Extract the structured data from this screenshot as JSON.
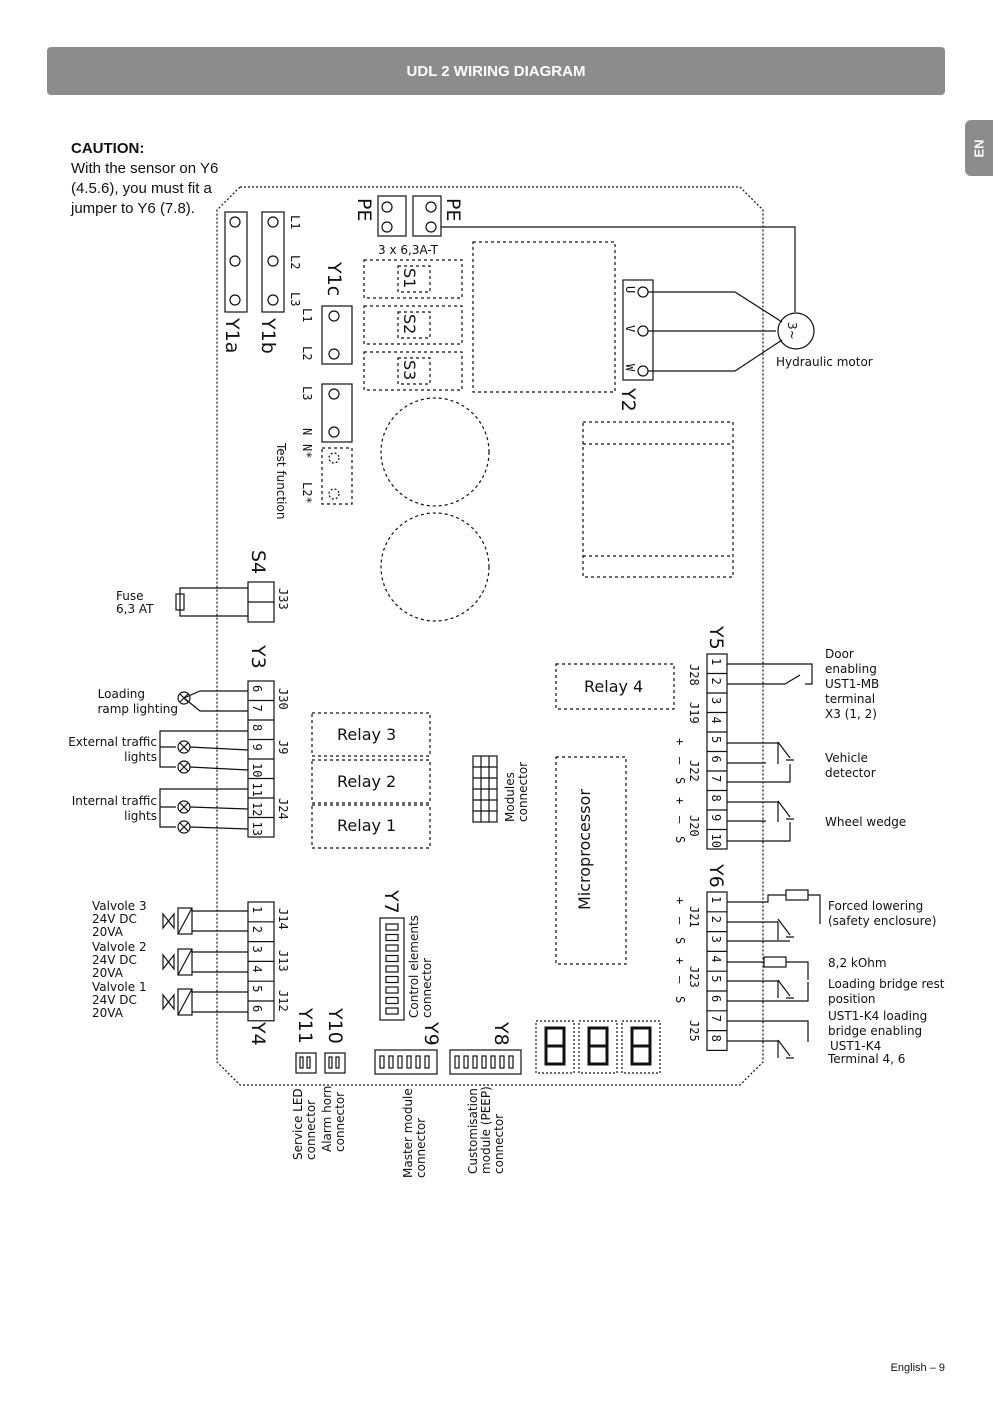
{
  "header": {
    "title": "UDL 2 WIRING DIAGRAM"
  },
  "lang_tab": "EN",
  "caution": {
    "title": "CAUTION:",
    "text": "With the sensor on Y6 (4.5.6), you must fit a jumper to Y6 (7.8)."
  },
  "footer": {
    "page": "English – 9"
  },
  "diagram": {
    "top": {
      "pe_left": "PE",
      "pe_right": "PE",
      "fuses_label": "3 x 6,3A-T",
      "fuses": [
        "S1",
        "S2",
        "S3"
      ],
      "y1a": "Y1a",
      "y1b": "Y1b",
      "y1c": "Y1c",
      "l_labels": [
        "L1",
        "L2",
        "L3"
      ],
      "y1c_pins": [
        "L1",
        "L2",
        "L3",
        "N"
      ],
      "test_pins": [
        "N*",
        "L2*"
      ],
      "test_function": "Test function",
      "y2": "Y2",
      "uvw": [
        "U",
        "V",
        "W"
      ],
      "motor_symbol": "3~",
      "motor_label": "Hydraulic motor"
    },
    "s4": {
      "name": "S4",
      "j": "J33",
      "fuse_label": "Fuse",
      "fuse_value": "6,3 AT"
    },
    "y3": {
      "name": "Y3",
      "pins": [
        "6",
        "7",
        "8",
        "9",
        "10",
        "11",
        "12",
        "13"
      ],
      "j_labels": [
        "J30",
        "J9",
        "J24"
      ],
      "devices": [
        "Loading ramp lighting",
        "External traffic lights",
        "Internal traffic lights"
      ]
    },
    "y4": {
      "name": "Y4",
      "pins": [
        "1",
        "2",
        "3",
        "4",
        "5",
        "6"
      ],
      "j_labels": [
        "J14",
        "J13",
        "J12"
      ],
      "valves": [
        {
          "name": "Valvole 3",
          "volt": "24V DC",
          "va": "20VA"
        },
        {
          "name": "Valvole 2",
          "volt": "24V DC",
          "va": "20VA"
        },
        {
          "name": "Valvole 1",
          "volt": "24V DC",
          "va": "20VA"
        }
      ]
    },
    "relays": [
      "Relay 3",
      "Relay 2",
      "Relay 1",
      "Relay 4"
    ],
    "modules_connector": [
      "Modules",
      "connector"
    ],
    "microprocessor": "Microprocessor",
    "y5": {
      "name": "Y5",
      "pins": [
        "1",
        "2",
        "3",
        "4",
        "5",
        "6",
        "7",
        "8",
        "9",
        "10"
      ],
      "j_labels": [
        "J28",
        "J19",
        "J22",
        "J20"
      ],
      "signs": [
        "+",
        "–",
        "S",
        "+",
        "–",
        "S"
      ],
      "devices": [
        "Door enabling UST1-MB terminal X3 (1, 2)",
        "Vehicle detector",
        "Wheel wedge"
      ]
    },
    "y6": {
      "name": "Y6",
      "pins": [
        "1",
        "2",
        "3",
        "4",
        "5",
        "6",
        "7",
        "8"
      ],
      "j_labels": [
        "J21",
        "J23",
        "J25"
      ],
      "signs": [
        "+",
        "–",
        "S",
        "+",
        "–",
        "S"
      ],
      "resistor": "8,2 kOhm",
      "devices": [
        "Forced lowering (safety enclosure)",
        "Loading bridge rest position",
        "UST1-K4 loading bridge enabling",
        "UST1-K4 Terminal 4, 6"
      ]
    },
    "connectors": {
      "y7": "Y7",
      "y7_label": [
        "Control elements",
        "connector"
      ],
      "y8": "Y8",
      "y8_label": [
        "Customisation",
        "module (PEEP)",
        "connector"
      ],
      "y9": "Y9",
      "y9_label": [
        "Master module",
        "connector"
      ],
      "y10": "Y10",
      "y10_label": [
        "Alarm horn",
        "connector"
      ],
      "y11": "Y11",
      "y11_label": [
        "Service LED",
        "connector"
      ]
    }
  }
}
